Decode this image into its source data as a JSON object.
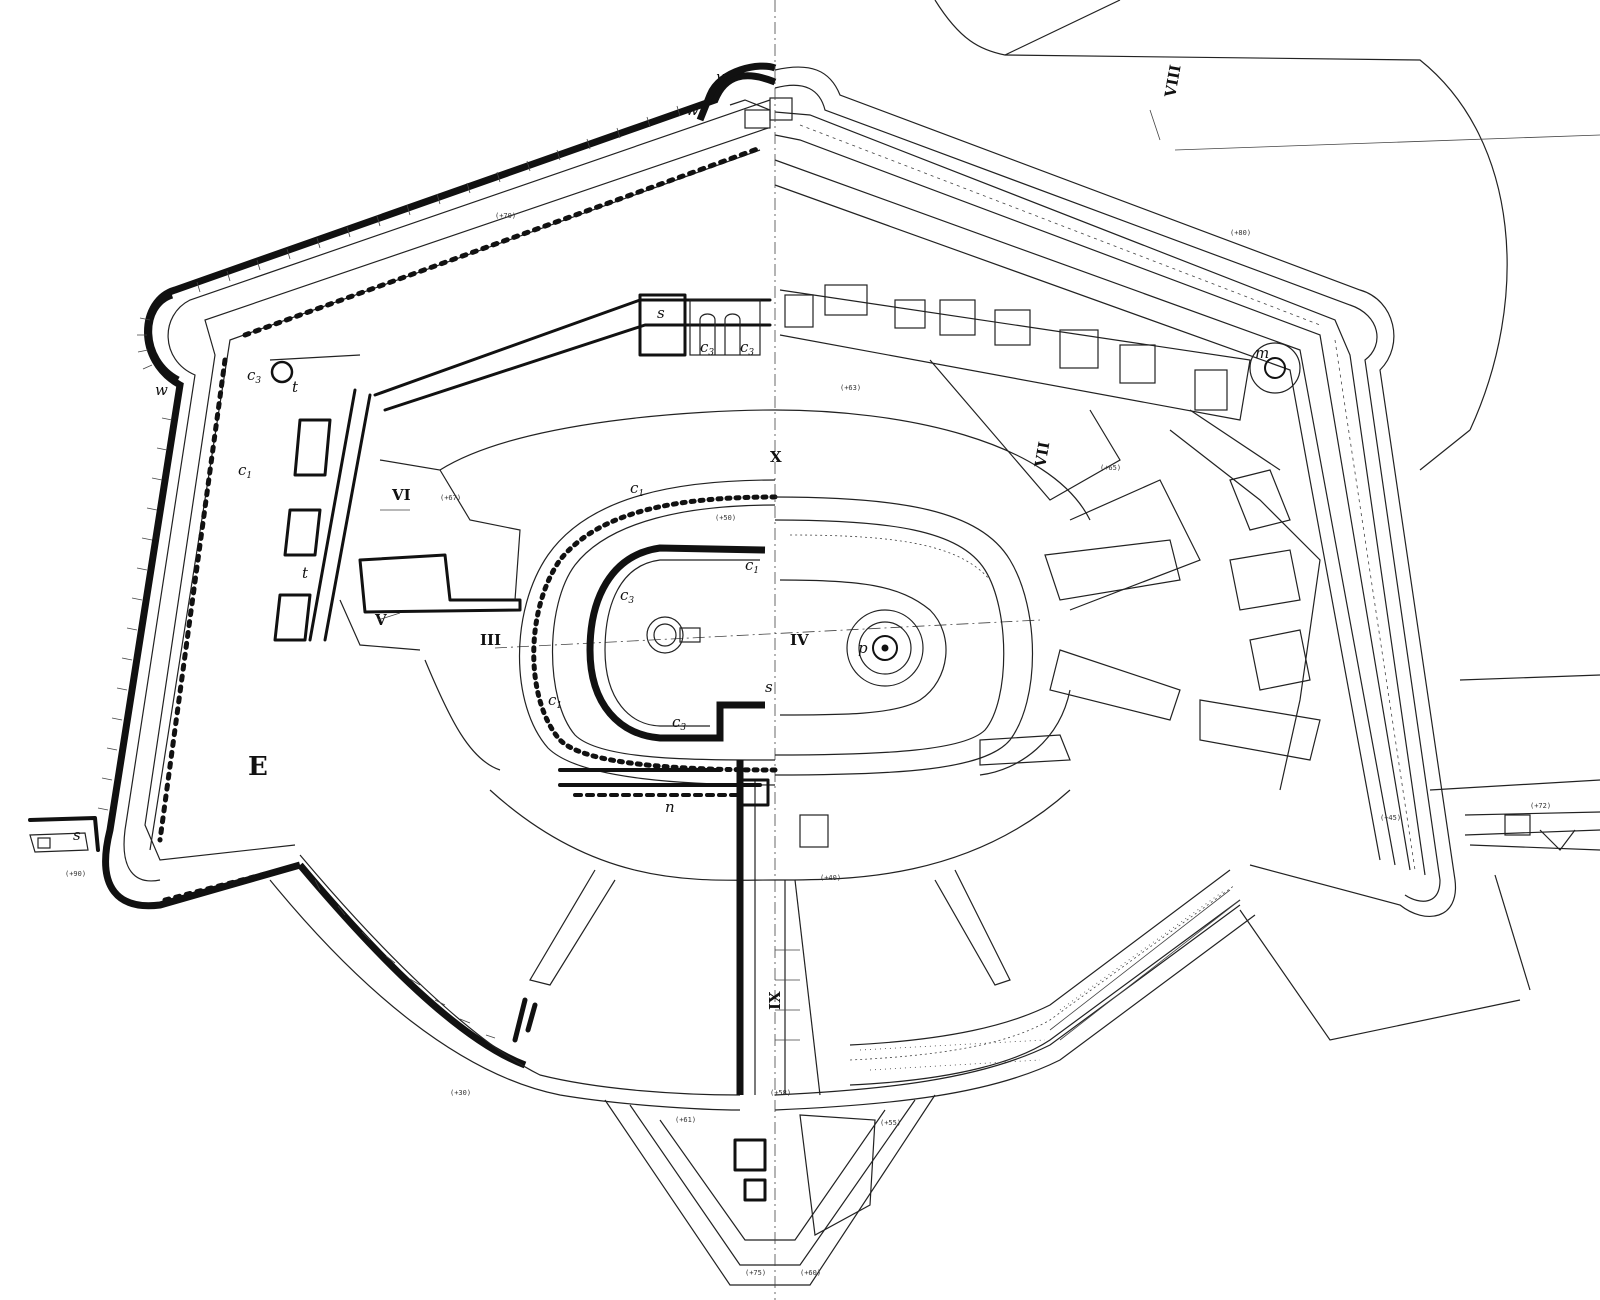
{
  "drawing": {
    "ink_color": "#111111",
    "paper_color": "#ffffff",
    "roman_labels": [
      {
        "id": "III",
        "text": "III"
      },
      {
        "id": "IV",
        "text": "IV"
      },
      {
        "id": "V",
        "text": "V"
      },
      {
        "id": "VI",
        "text": "VI"
      },
      {
        "id": "VII",
        "text": "VII"
      },
      {
        "id": "VIII",
        "text": "VIII"
      },
      {
        "id": "IX",
        "text": "IX"
      },
      {
        "id": "X",
        "text": "X"
      }
    ],
    "letter_labels": {
      "c_sub_1": "c",
      "c_sub_3": "c",
      "w": "w",
      "s": "s",
      "t": "t",
      "m": "m",
      "n": "n",
      "p": "p",
      "E": "E"
    },
    "subscripts": {
      "one": "1",
      "three": "3"
    },
    "elevations": [
      "(+70)",
      "(+80)",
      "(+63)",
      "(+65)",
      "(+67)",
      "(+50)",
      "(+40)",
      "(+30)",
      "(+61)",
      "(+55)",
      "(+75)",
      "(+60)",
      "(+90)",
      "(+72)",
      "(+58)",
      "(+45)"
    ]
  }
}
